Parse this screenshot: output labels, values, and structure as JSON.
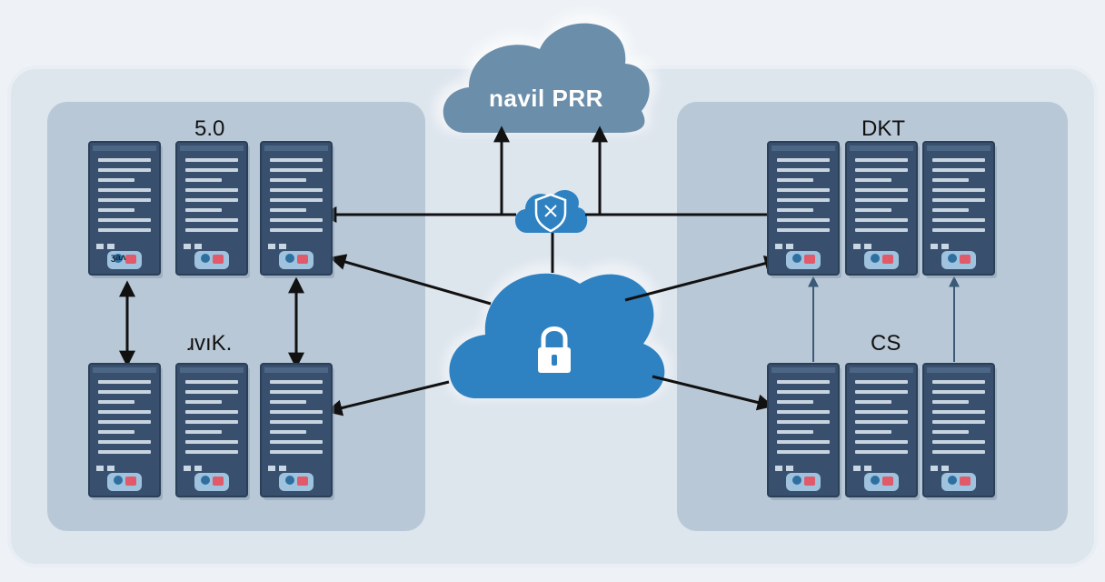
{
  "labels": {
    "top_cloud": "navil PRR",
    "left_top_group": "5.0",
    "left_bottom_group": "ɹvıK.",
    "right_top_group": "DKT",
    "right_bottom_group": "CS"
  },
  "server_badges": {
    "left_top_1": "ʒaʌ"
  },
  "icons": {
    "top_cloud": "cloud-icon",
    "firewall": "shield-x-icon",
    "central": "cloud-lock-icon",
    "server": "server-rack-icon"
  },
  "colors": {
    "background": "#eef2f6",
    "outer_panel": "#dde5ed",
    "group_panel": "#b9c8d7",
    "server_body": "#38506d",
    "top_cloud": "#6b8eaa",
    "central_cloud": "#2f82c2",
    "arrow": "#111111"
  }
}
